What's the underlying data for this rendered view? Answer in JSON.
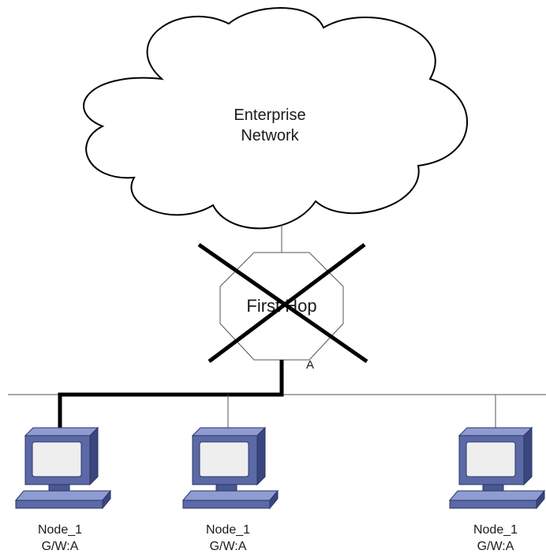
{
  "cloud": {
    "line1": "Enterprise",
    "line2": "Network"
  },
  "router": {
    "label": "First Hop",
    "port": "A",
    "status": "failed"
  },
  "nodes": [
    {
      "name": "Node_1",
      "gateway": "G/W:A"
    },
    {
      "name": "Node_1",
      "gateway": "G/W:A"
    },
    {
      "name": "Node_1",
      "gateway": "G/W:A"
    }
  ],
  "colors": {
    "monitor_front": "#5b6aa6",
    "monitor_top": "#8e9cd2",
    "monitor_side": "#3a477f",
    "screen": "#eeeeee",
    "line": "#000000"
  }
}
